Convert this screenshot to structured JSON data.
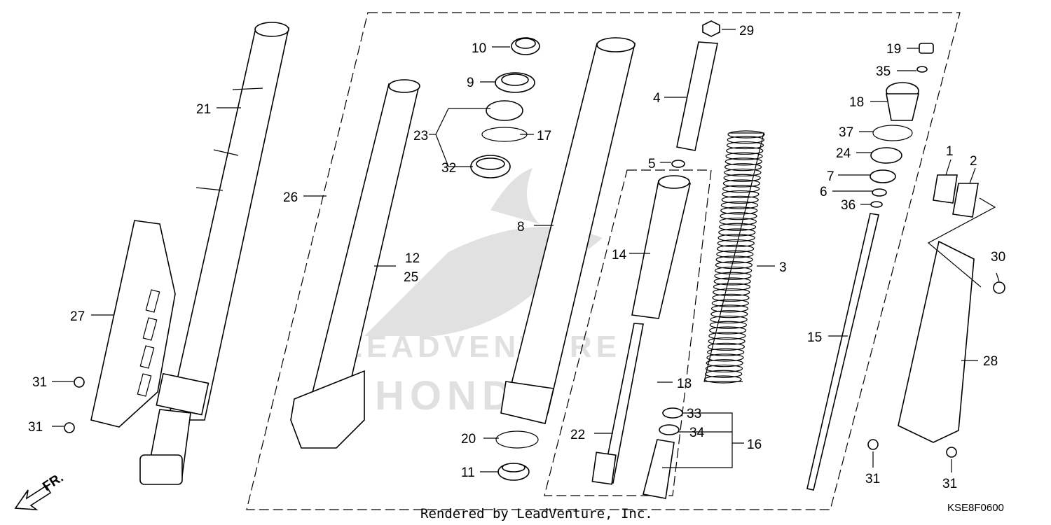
{
  "diagram": {
    "footer_credit": "Rendered by LeadVenture, Inc.",
    "diagram_code": "KSE8F0600",
    "front_arrow_label": "FR.",
    "watermark": {
      "text": "LEADVENTURE",
      "brand": "HONDA"
    },
    "callouts": [
      {
        "id": "c1",
        "text": "1"
      },
      {
        "id": "c2",
        "text": "2"
      },
      {
        "id": "c3",
        "text": "3"
      },
      {
        "id": "c4",
        "text": "4"
      },
      {
        "id": "c5",
        "text": "5"
      },
      {
        "id": "c6",
        "text": "6"
      },
      {
        "id": "c7",
        "text": "7"
      },
      {
        "id": "c8",
        "text": "8"
      },
      {
        "id": "c9",
        "text": "9"
      },
      {
        "id": "c10",
        "text": "10"
      },
      {
        "id": "c11",
        "text": "11"
      },
      {
        "id": "c12",
        "text": "12"
      },
      {
        "id": "c25",
        "text": "25"
      },
      {
        "id": "c13",
        "text": "13"
      },
      {
        "id": "c14",
        "text": "14"
      },
      {
        "id": "c15",
        "text": "15"
      },
      {
        "id": "c16",
        "text": "16"
      },
      {
        "id": "c17",
        "text": "17"
      },
      {
        "id": "c18",
        "text": "18"
      },
      {
        "id": "c19",
        "text": "19"
      },
      {
        "id": "c20",
        "text": "20"
      },
      {
        "id": "c21",
        "text": "21"
      },
      {
        "id": "c22",
        "text": "22"
      },
      {
        "id": "c23",
        "text": "23"
      },
      {
        "id": "c24",
        "text": "24"
      },
      {
        "id": "c26",
        "text": "26"
      },
      {
        "id": "c27",
        "text": "27"
      },
      {
        "id": "c28",
        "text": "28"
      },
      {
        "id": "c29",
        "text": "29"
      },
      {
        "id": "c30",
        "text": "30"
      },
      {
        "id": "c31a",
        "text": "31"
      },
      {
        "id": "c31b",
        "text": "31"
      },
      {
        "id": "c31c",
        "text": "31"
      },
      {
        "id": "c31d",
        "text": "31"
      },
      {
        "id": "c32",
        "text": "32"
      },
      {
        "id": "c33",
        "text": "33"
      },
      {
        "id": "c34",
        "text": "34"
      },
      {
        "id": "c35",
        "text": "35"
      },
      {
        "id": "c36",
        "text": "36"
      },
      {
        "id": "c37",
        "text": "37"
      }
    ]
  }
}
